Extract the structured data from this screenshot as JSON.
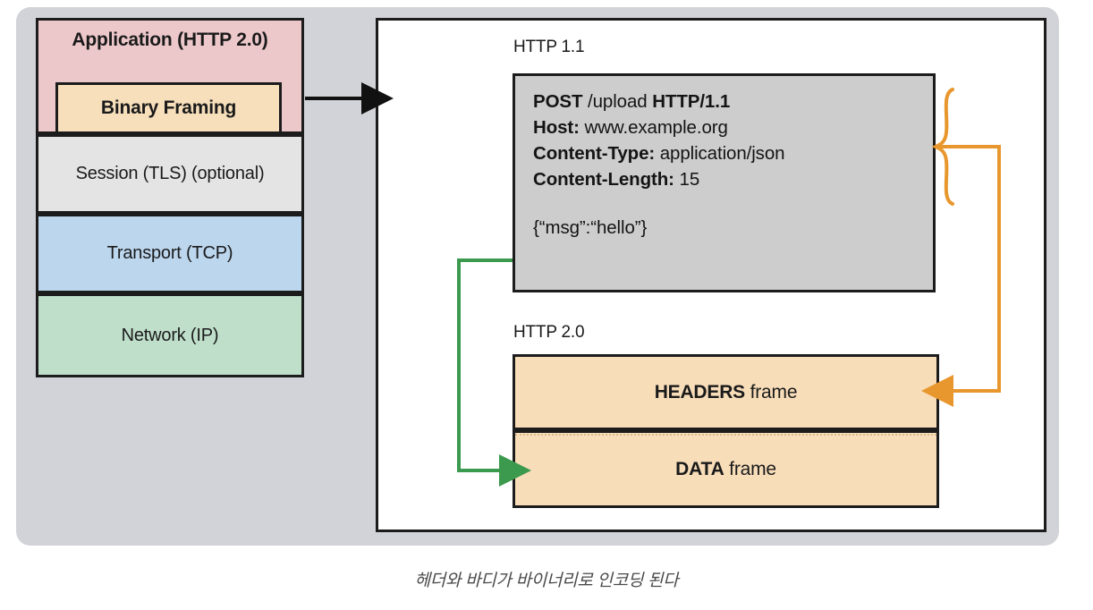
{
  "figure": {
    "caption": "헤더와 바디가 바이너리로 인코딩 된다"
  },
  "protocol_stack": {
    "layers": [
      {
        "label": "Application (HTTP 2.0)",
        "color": "#edc8cb"
      },
      {
        "label": "Binary Framing",
        "color": "#f7dfbb"
      },
      {
        "label": "Session (TLS) (optional)",
        "color": "#e4e4e4"
      },
      {
        "label": "Transport (TCP)",
        "color": "#bcd6ee"
      },
      {
        "label": "Network (IP)",
        "color": "#bfdfcb"
      }
    ]
  },
  "http11": {
    "caption": "HTTP 1.1",
    "request_line": {
      "method": "POST",
      "path": "/upload",
      "version": "HTTP/1.1"
    },
    "headers": [
      {
        "name": "Host:",
        "value": "www.example.org"
      },
      {
        "name": "Content-Type:",
        "value": "application/json"
      },
      {
        "name": "Content-Length:",
        "value": "15"
      }
    ],
    "body": "{“msg”:“hello”}",
    "fill_color": "#cdcdcd"
  },
  "http20": {
    "caption": "HTTP 2.0",
    "frames": [
      {
        "name": "HEADERS",
        "suffix": " frame"
      },
      {
        "name": "DATA",
        "suffix": " frame"
      }
    ],
    "fill_color": "#f8ddb9"
  },
  "connectors": {
    "stack_to_panel": {
      "color": "#111111",
      "name": "black-arrow"
    },
    "headers_to_headers_frame": {
      "color": "#e8972e",
      "name": "orange-arrow"
    },
    "body_to_data_frame": {
      "color": "#3c9a4e",
      "name": "green-arrow"
    }
  }
}
